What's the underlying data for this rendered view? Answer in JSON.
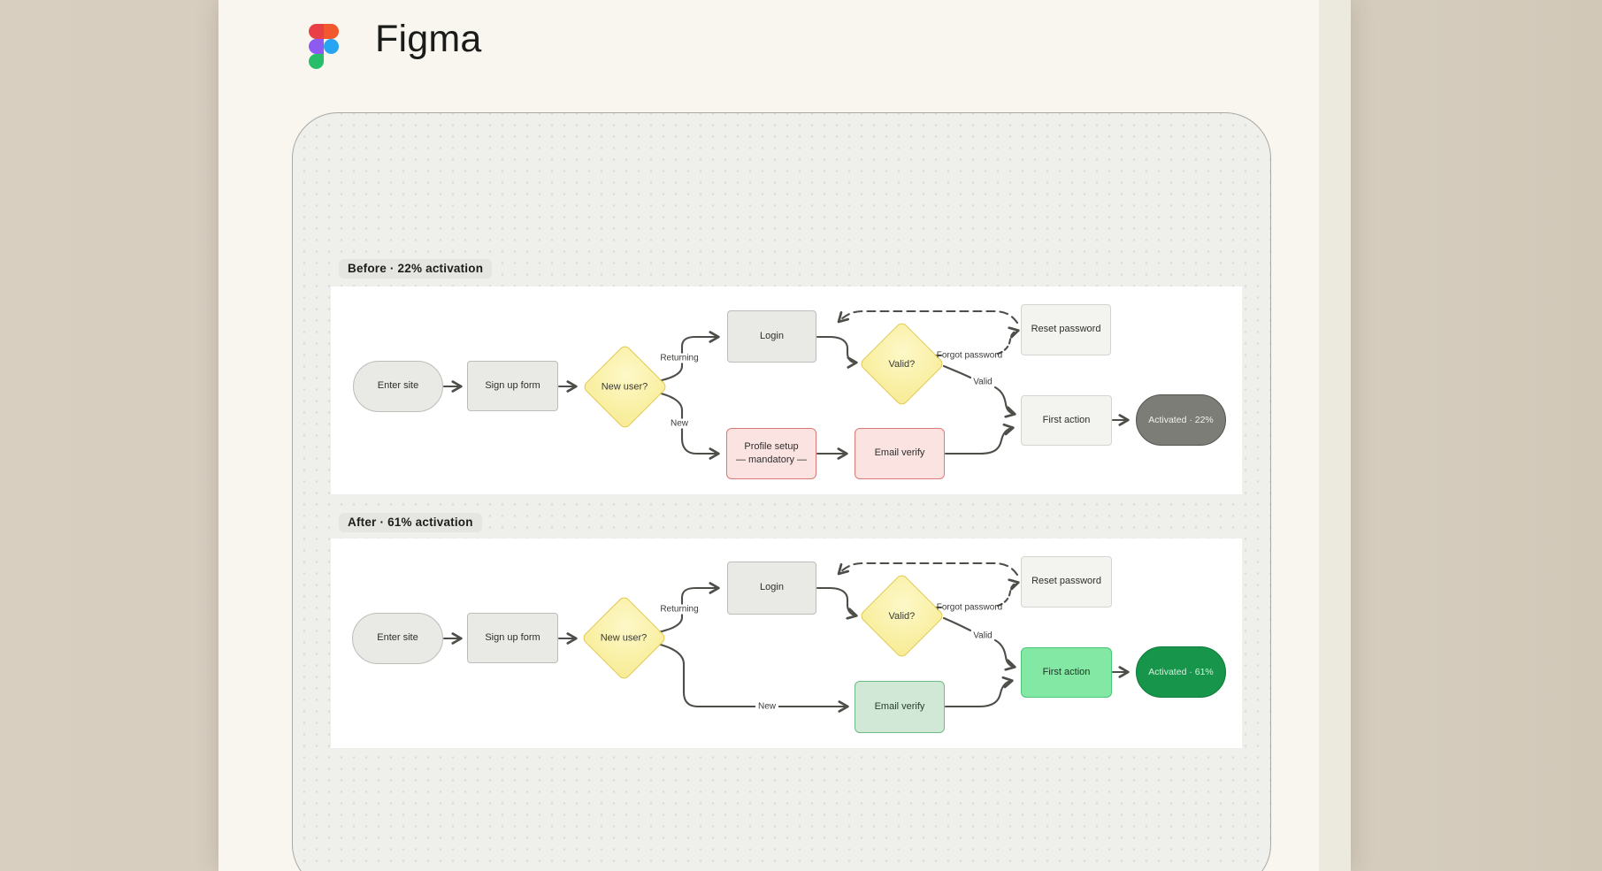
{
  "page": {
    "brand": "Figma"
  },
  "colors": {
    "background": "#d6cdbe",
    "sheet": "#f8f6ef",
    "canvas_bg": "#efefec",
    "canvas_dot": "#d8d8d4",
    "node_gray_fill": "#e9e9e6",
    "node_gray_border": "#bcbcb8",
    "node_light_fill": "#f3f3f0",
    "diamond_fill": "#f9efa2",
    "diamond_border": "#e3c94f",
    "pink_fill": "#fbe3e2",
    "pink_border": "#db7a77",
    "green_fill": "#82e8a4",
    "green_border": "#4bc877",
    "mint_fill": "#d2e8d6",
    "mint_border": "#6cbc84",
    "gray_pill_fill": "#7d7d78",
    "green_pill_fill": "#17964b",
    "connector": "#4e4e49",
    "logo_red": "#e93f46",
    "logo_orange": "#f2582d",
    "logo_purple": "#8d5bf2",
    "logo_blue": "#28a5f2",
    "logo_green": "#27be69"
  },
  "before": {
    "badge": "Before · 22% activation",
    "nodes": {
      "enter_site": "Enter site",
      "sign_up_form": "Sign up form",
      "new_user": "New user?",
      "login": "Login",
      "valid": "Valid?",
      "reset_password": "Reset password",
      "first_action": "First action",
      "activated": "Activated · 22%",
      "profile_setup_line1": "Profile setup",
      "profile_setup_line2": "— mandatory —",
      "email_verify": "Email verify"
    },
    "edges": {
      "returning": "Returning",
      "new": "New",
      "forgot_password": "Forgot password",
      "valid": "Valid"
    }
  },
  "after": {
    "badge": "After · 61% activation",
    "nodes": {
      "enter_site": "Enter site",
      "sign_up_form": "Sign up form",
      "new_user": "New user?",
      "login": "Login",
      "valid": "Valid?",
      "reset_password": "Reset password",
      "first_action": "First action",
      "activated": "Activated · 61%",
      "email_verify": "Email verify"
    },
    "edges": {
      "returning": "Returning",
      "new": "New",
      "forgot_password": "Forgot password",
      "valid": "Valid"
    }
  }
}
